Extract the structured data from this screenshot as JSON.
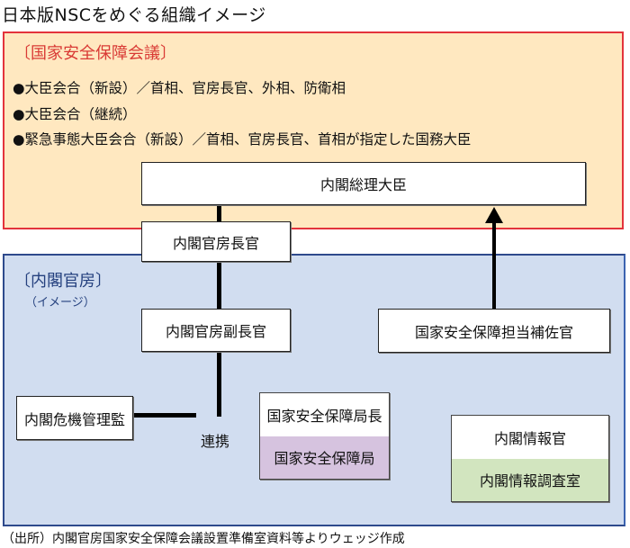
{
  "title": "日本版NSCをめぐる組織イメージ",
  "nsc_panel": {
    "heading": "〔国家安全保障会議〕",
    "bullets": [
      "●大臣会合（新設）／首相、官房長官、外相、防衛相",
      "●大臣会合（継続）",
      "●緊急事態大臣会合（新設）／首相、官房長官、首相が指定した国務大臣"
    ],
    "border_color": "#E3333C",
    "background_color": "#FFE8C0"
  },
  "cabinet_panel": {
    "heading": "〔内閣官房〕",
    "subheading": "（イメージ）",
    "border_color": "#2E4A8C",
    "background_color": "#D1DDF0"
  },
  "nodes": {
    "prime_minister": "内閣総理大臣",
    "chief_cabinet_secretary": "内閣官房長官",
    "deputy_chief_cabinet_secretary": "内閣官房副長官",
    "national_security_advisor": "国家安全保障担当補佐官",
    "crisis_management_supervisor": "内閣危機管理監",
    "nss_director": "国家安全保障局長",
    "nss_bureau": "国家安全保障局",
    "intelligence_officer": "内閣情報官",
    "intelligence_research_office": "内閣情報調査室"
  },
  "node_colors": {
    "nss_bureau": "#D6C3DF",
    "intelligence_research_office": "#D2E5BF"
  },
  "connector_label": "連携",
  "source": "（出所）内閣官房国家安全保障会議設置準備室資料等よりウェッジ作成"
}
